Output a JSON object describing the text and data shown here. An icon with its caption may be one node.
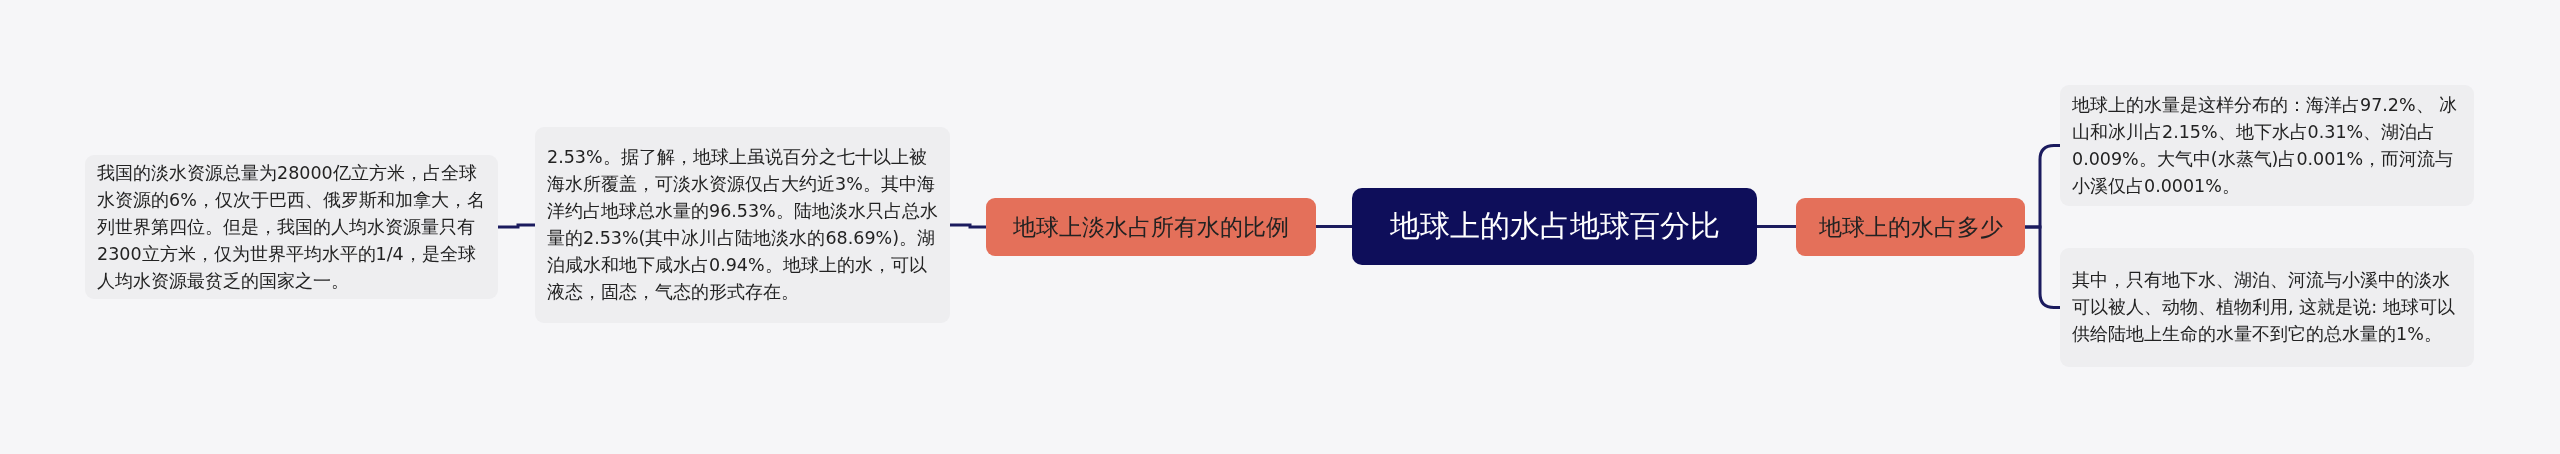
{
  "diagram": {
    "nodes": [
      {
        "text": [
          "地球上的水占地球百分比"
        ]
      },
      {
        "text": [
          "地球上淡水占所有水的比例"
        ]
      },
      {
        "text": [
          "2.53%。据了解，地球上虽说百分之七十以上被海水所覆盖，可淡水资源仅占大约近3%。其中海洋约占地球总水量的96.53%。陆地淡水只占总水量的2.53%(其中冰川占陆地淡水的68.69%)。湖泊咸水和地下咸水占0.94%。地球上的水，可以液态，固态，气态的形式存在。"
        ]
      },
      {
        "text": [
          "我国的淡水资源总量为28000亿立方米，占全球水资源的6%，仅次于巴西、俄罗斯和加拿大，名列世界第四位。但是，我国的人均水资源量只有2300立方米，仅为世界平均水平的1/4，是全球人均水资源最贫乏的国家之一。"
        ]
      },
      {
        "text": [
          "地球上的水占多少"
        ]
      },
      {
        "text": [
          "地球上的水量是这样分布的：海洋占97.2%、 冰山和冰川占2.15%、地下水占0.31%、湖泊占0.009%。大气中(水蒸气)占0.001%，而河流与小溪仅占0.0001%。"
        ]
      },
      {
        "text": [
          "其中，只有地下水、湖泊、河流与小溪中的淡水可以被人、动物、植物利用, 这就是说: 地球可以供给陆地上生命的水量不到它的总水量的1%。"
        ]
      }
    ],
    "edges": [
      {
        "from": 0,
        "to": 1,
        "arrow": "none"
      },
      {
        "from": 1,
        "to": 2,
        "arrow": "none"
      },
      {
        "from": 2,
        "to": 3,
        "arrow": "none"
      },
      {
        "from": 0,
        "to": 4,
        "arrow": "none"
      },
      {
        "from": 4,
        "to": 5,
        "arrow": "none"
      },
      {
        "from": 4,
        "to": 6,
        "arrow": "none"
      }
    ]
  }
}
